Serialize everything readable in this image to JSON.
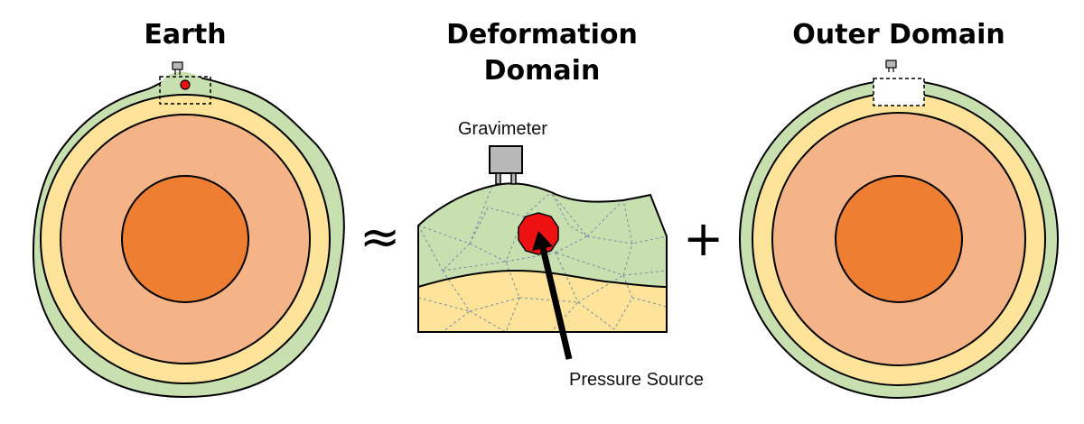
{
  "panels": {
    "earth": {
      "title": "Earth"
    },
    "deformation": {
      "title_line1": "Deformation",
      "title_line2": "Domain"
    },
    "outer": {
      "title": "Outer Domain"
    }
  },
  "operators": {
    "approx": "≈",
    "plus": "+"
  },
  "labels": {
    "gravimeter": "Gravimeter",
    "pressure_source": "Pressure Source"
  },
  "colors": {
    "crust": "#c8e0b0",
    "mantle_upper": "#fde49a",
    "mantle_lower": "#f5b488",
    "core": "#ee7f32",
    "sediment": "#fde49a",
    "pressure_source": "#ee1111",
    "instrument": "#b8b8b8"
  }
}
